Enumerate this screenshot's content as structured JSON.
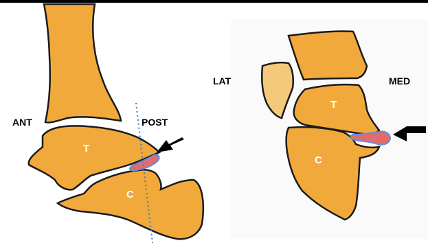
{
  "left_panel": {
    "anterior_label": "ANT",
    "posterior_label": "POST",
    "talus_label": "T",
    "calcaneus_label": "C"
  },
  "right_panel": {
    "lateral_label": "LAT",
    "medial_label": "MED",
    "talus_label": "T",
    "calcaneus_label": "C"
  },
  "colors": {
    "bone": "#F2A93B",
    "pale_bone": "#F5C97A",
    "outline": "#1a1a1a",
    "coalition": "#E46A6E",
    "coalition_edge": "#5B8FE0",
    "dotted_line": "#2E7FC9",
    "arrow": "#000000"
  }
}
